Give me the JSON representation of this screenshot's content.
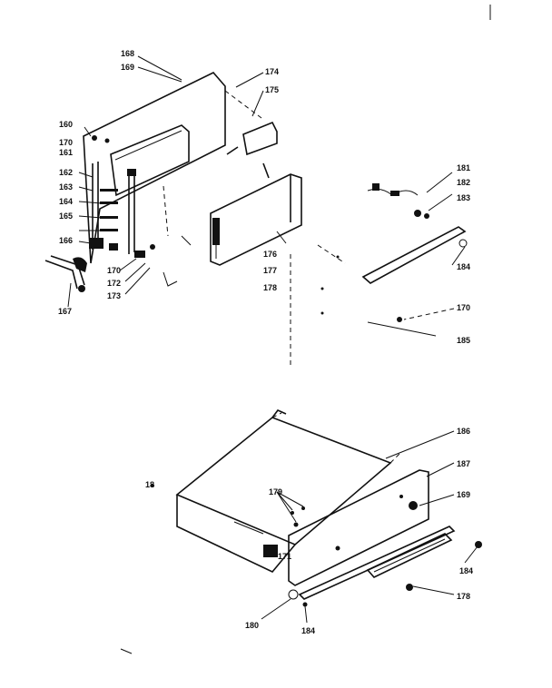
{
  "colors": {
    "ink": "#111111",
    "paper": "#ffffff"
  },
  "labels": {
    "l168": "168",
    "l169": "169",
    "l174": "174",
    "l175": "175",
    "l160": "160",
    "l170a": "170",
    "l161": "161",
    "l162": "162",
    "l163": "163",
    "l164": "164",
    "l165": "165",
    "l166": "166",
    "l170b": "170",
    "l172": "172",
    "l173": "173",
    "l167": "167",
    "l176": "176",
    "l177": "177",
    "l178a": "178",
    "l181": "181",
    "l182": "182",
    "l183": "183",
    "l184a": "184",
    "l170c": "170",
    "l185": "185",
    "l186": "186",
    "l187": "187",
    "l18": "18",
    "l179": "179",
    "l169b": "169",
    "l171": "171",
    "l184b": "184",
    "l178b": "178",
    "l180": "180",
    "l184c": "184"
  }
}
